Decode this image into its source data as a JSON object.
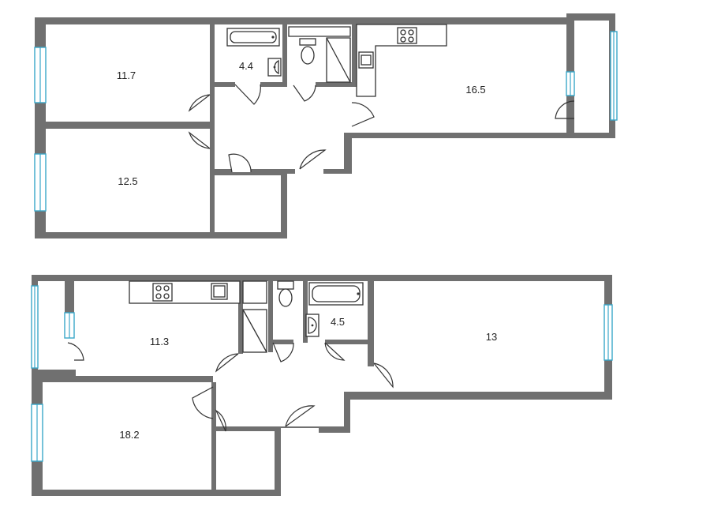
{
  "colors": {
    "wall": "#707070",
    "window": "#3aa7c9",
    "line": "#333333",
    "background": "#ffffff"
  },
  "plans": [
    {
      "rooms": [
        {
          "id": "bedroom-top-left",
          "area": "11.7"
        },
        {
          "id": "bathroom",
          "area": "4.4"
        },
        {
          "id": "kitchen-living",
          "area": "16.5"
        },
        {
          "id": "bedroom-bottom-left",
          "area": "12.5"
        }
      ],
      "fixtures": [
        "bathtub",
        "washbasin",
        "toilet",
        "shower-cabinet",
        "kitchen-stove",
        "kitchen-sink"
      ]
    },
    {
      "rooms": [
        {
          "id": "kitchen",
          "area": "11.3"
        },
        {
          "id": "bathroom",
          "area": "4.5"
        },
        {
          "id": "bedroom-right",
          "area": "13"
        },
        {
          "id": "living-room",
          "area": "18.2"
        }
      ],
      "fixtures": [
        "kitchen-stove",
        "kitchen-sink",
        "toilet",
        "bathtub",
        "washbasin",
        "shower-cabinet"
      ]
    }
  ]
}
